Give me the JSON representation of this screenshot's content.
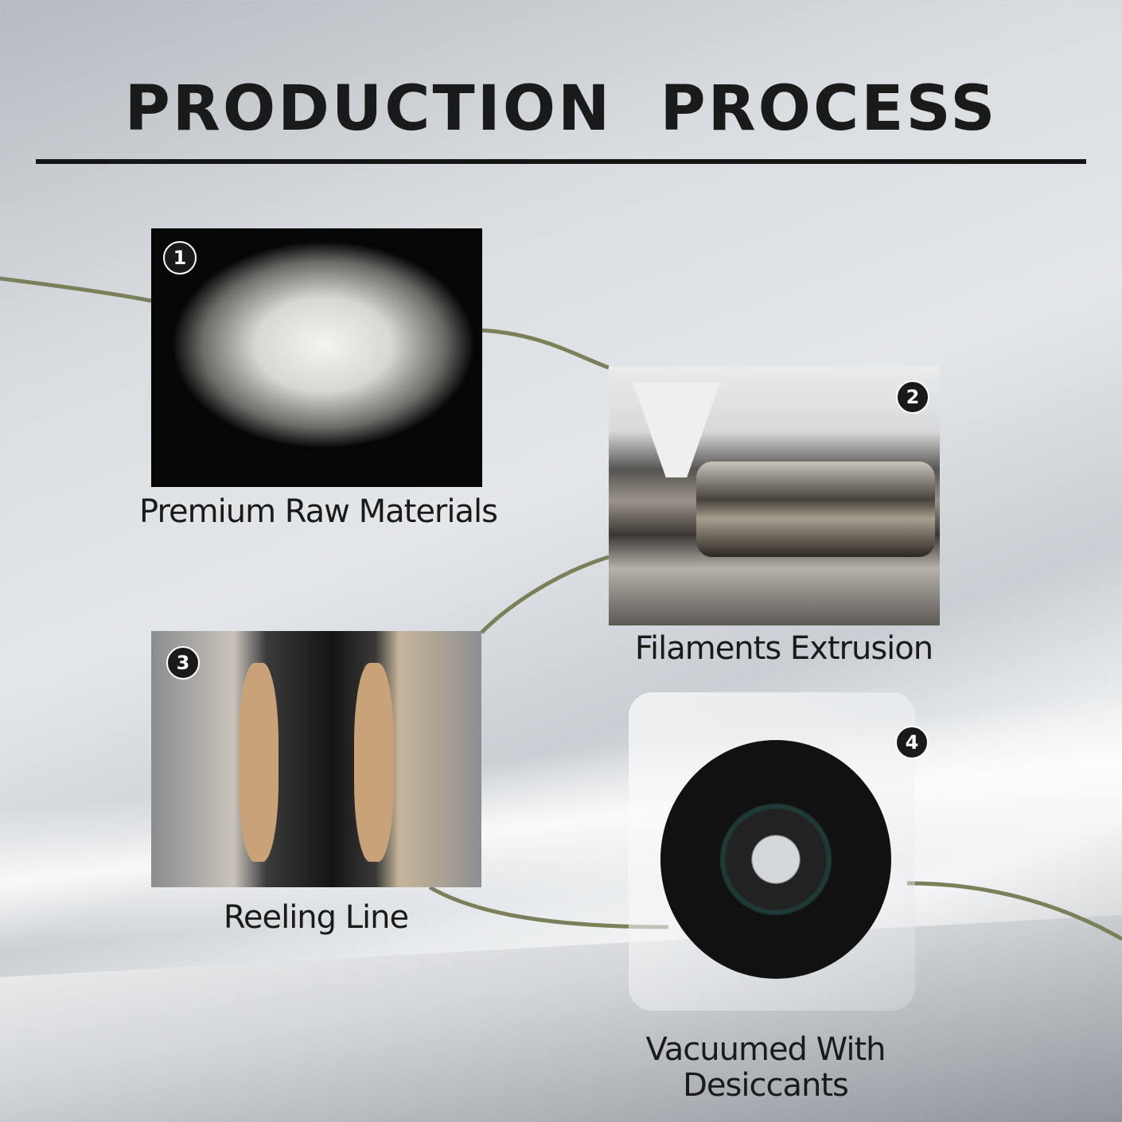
{
  "title": "PRODUCTION PROCESS",
  "steps": [
    {
      "number": "1",
      "label": "Premium Raw Materials"
    },
    {
      "number": "2",
      "label": "Filaments Extrusion"
    },
    {
      "number": "3",
      "label": "Reeling Line"
    },
    {
      "number": "4",
      "label_line1": "Vacuumed With",
      "label_line2": "Desiccants"
    }
  ],
  "colors": {
    "line": "#7b7f5a",
    "title": "#1a1a1a"
  }
}
